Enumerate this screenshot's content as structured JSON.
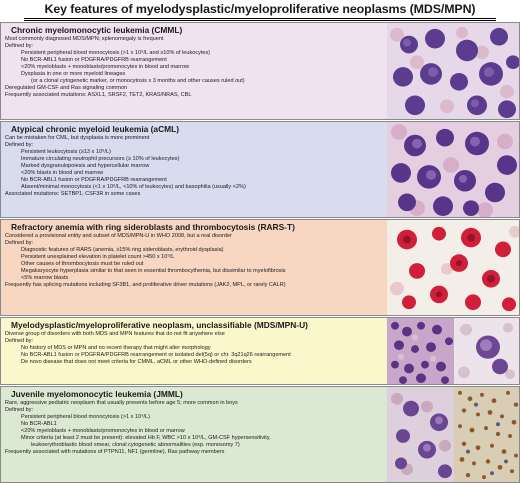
{
  "title": "Key features of myelodysplastic/myeloproliferative neoplasms (MDS/MPN)",
  "panels": [
    {
      "id": "cmml",
      "bg": "#f1e2ef",
      "title": "Chronic myelomonocytic leukemia (CMML)",
      "lines": [
        {
          "indent": 0,
          "text": "Most commonly diagnosed MDS/MPN; splenomegaly is frequent"
        },
        {
          "indent": 0,
          "text": "Defined by:"
        },
        {
          "indent": 1,
          "text": "Persistent peripheral blood monocytosis (>1 x 10⁹/L and ≥10% of leukocytes)"
        },
        {
          "indent": 1,
          "text": "No BCR-ABL1 fusion or PDGFRA/PDGFRB rearrangement"
        },
        {
          "indent": 1,
          "text": "<20% myeloblasts + monoblasts/promonocytes in blood and marrow"
        },
        {
          "indent": 1,
          "text": "Dysplasia in one or more myeloid lineages"
        },
        {
          "indent": 2,
          "text": "(or a clonal cytogenetic marker, or monocytosis x 3 months and other causes ruled out)"
        },
        {
          "indent": 0,
          "text": "Deregulated GM-CSF and Ras signaling common"
        },
        {
          "indent": 0,
          "text": "Frequently associated mutations: ASXL1, SRSF2, TET2, KRAS/NRAS, CBL"
        }
      ]
    },
    {
      "id": "acml",
      "bg": "#d9dbef",
      "title": "Atypical chronic myeloid leukemia (aCML)",
      "lines": [
        {
          "indent": 0,
          "text": "Can be mistaken for CML, but dysplasia is more prominent"
        },
        {
          "indent": 0,
          "text": "Defined by:"
        },
        {
          "indent": 1,
          "text": "Persistent leukocytosis (≥13 x 10⁹/L)"
        },
        {
          "indent": 1,
          "text": "Immature circulating neutrophil precursors (≥ 10% of leukocytes)"
        },
        {
          "indent": 1,
          "text": "Marked dysgranulopoiesis and hypercellular marrow"
        },
        {
          "indent": 1,
          "text": "<20% blasts in blood and marrow"
        },
        {
          "indent": 1,
          "text": "No BCR-ABL1 fusion or PDGFRA/PDGFRB rearrangement"
        },
        {
          "indent": 1,
          "text": "Absent/minimal monocytosis (<1 x 10⁹/L, <10% of leukocytes) and basophilia (usually <2%)"
        },
        {
          "indent": 0,
          "text": "Associated mutations: SETBP1, CSF3R in some cases"
        }
      ]
    },
    {
      "id": "rars-t",
      "bg": "#f7d6c2",
      "title": "Refractory anemia with ring sideroblasts and thrombocytosis (RARS-T)",
      "lines": [
        {
          "indent": 0,
          "text": "Considered a provisional entity and subset of MDS/MPN-U in WHO 2008, but a real disorder"
        },
        {
          "indent": 0,
          "text": "Defined by:"
        },
        {
          "indent": 1,
          "text": "Diagnostic features of RARS (anemia, ≥15% ring sideroblasts, erythroid dysplasia)"
        },
        {
          "indent": 1,
          "text": "Persistent unexplained elevation in platelet count >450 x 10⁹/L"
        },
        {
          "indent": 1,
          "text": "Other causes of thrombocytosis must be ruled out"
        },
        {
          "indent": 1,
          "text": "Megakaryocyte hyperplasia similar to that seen in essential thrombocythemia, but dissimilar to myelofibrosis"
        },
        {
          "indent": 1,
          "text": "<5% marrow blasts"
        },
        {
          "indent": 0,
          "text": "Frequently has splicing mutations including SF3B1, and proliferative driver mutations (JAK2, MPL, or rarely CALR)"
        }
      ]
    },
    {
      "id": "mds-mpn-u",
      "bg": "#fbf7cd",
      "title": "Myelodysplastic/myeloproliferative neoplasm, unclassifiable (MDS/MPN-U)",
      "lines": [
        {
          "indent": 0,
          "text": "Diverse group of disorders with both MDS and MPN features that do not fit anywhere else"
        },
        {
          "indent": 0,
          "text": "Defined by:"
        },
        {
          "indent": 1,
          "text": "No history of MDS or MPN and no recent therapy that might alter morphology"
        },
        {
          "indent": 1,
          "text": "No BCR-ABL1 fusion or PDGFRA/PDGFRB rearrangement or isolated del(5q) or chr. 3q21q26 rearrangement"
        },
        {
          "indent": 1,
          "text": "De novo disease that does not meet criteria for CMML, aCML or other WHO-defined disorders"
        }
      ]
    },
    {
      "id": "jmml",
      "bg": "#dbe8d2",
      "title": "Juvenile myelomonocytic leukemia (JMML)",
      "lines": [
        {
          "indent": 0,
          "text": "Rare, aggressive pediatric neoplasm that usually presents before age 5; more common in boys"
        },
        {
          "indent": 0,
          "text": "Defined by:"
        },
        {
          "indent": 1,
          "text": "Persistent peripheral blood monocytosis (>1 x 10⁹/L)"
        },
        {
          "indent": 1,
          "text": "No BCR-ABL1"
        },
        {
          "indent": 1,
          "text": "<20% myeloblasts + monoblasts/promonocytes in blood or marrow"
        },
        {
          "indent": 1,
          "text": "Minor criteria (at least 2 must be present): elevated Hb F, WBC >10 x 10⁹/L, GM-CSF hypersensitivity,"
        },
        {
          "indent": 2,
          "text": "leukoerythroblastic blood smear, clonal cytogenetic abnormalities (esp. monosomy 7)"
        },
        {
          "indent": 0,
          "text": "Frequently associated with mutations of PTPN11, NF1 (germline), Ras pathway members"
        }
      ]
    }
  ]
}
